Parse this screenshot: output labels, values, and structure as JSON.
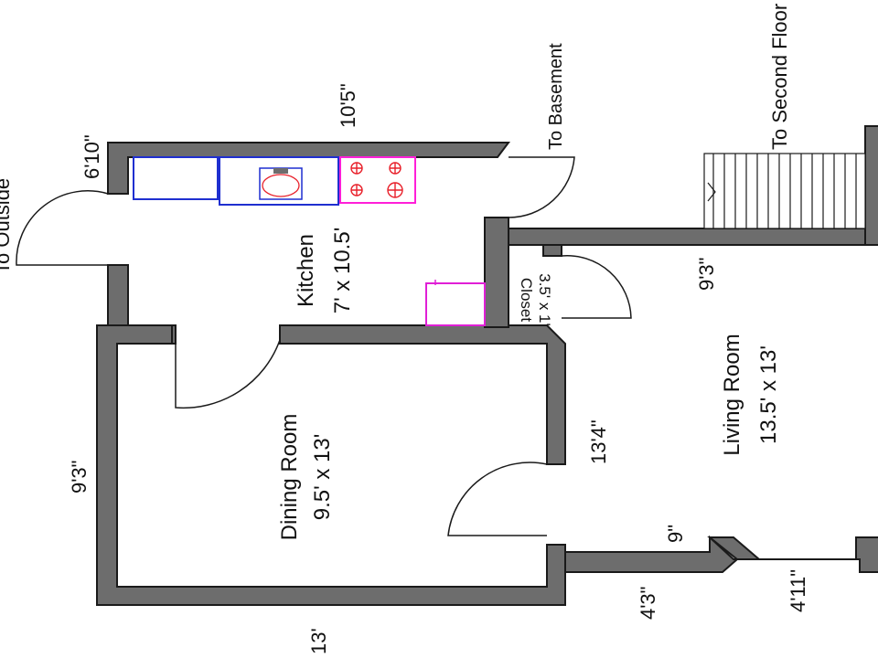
{
  "labels": {
    "outside": "To Outside",
    "basement": "To Basement",
    "second_floor": "To Second Floor",
    "kitchen_width": "10'5\"",
    "kitchen_depth": "6'10\"",
    "kitchen_name": "Kitchen",
    "kitchen_size": "7' x 10.5'",
    "closet_name": "Closet",
    "closet_size": "3.5' x 1'",
    "stair_wall": "9'3\"",
    "living_name": "Living Room",
    "living_size": "13.5' x 13'",
    "living_wall": "13'4\"",
    "dining_name": "Dining Room",
    "dining_size": "9.5' x 13'",
    "dining_wall": "9'3\"",
    "bottom_13": "13'",
    "seg_4_3": "4'3\"",
    "seg_9": "9\"",
    "seg_4_11": "4'11\""
  },
  "colors": {
    "wall": "#6d6d6d",
    "cabinet": "#1f2fd0",
    "stove": "#ff1fd8",
    "burner": "#e8202a",
    "appliance": "#e01fd6"
  }
}
